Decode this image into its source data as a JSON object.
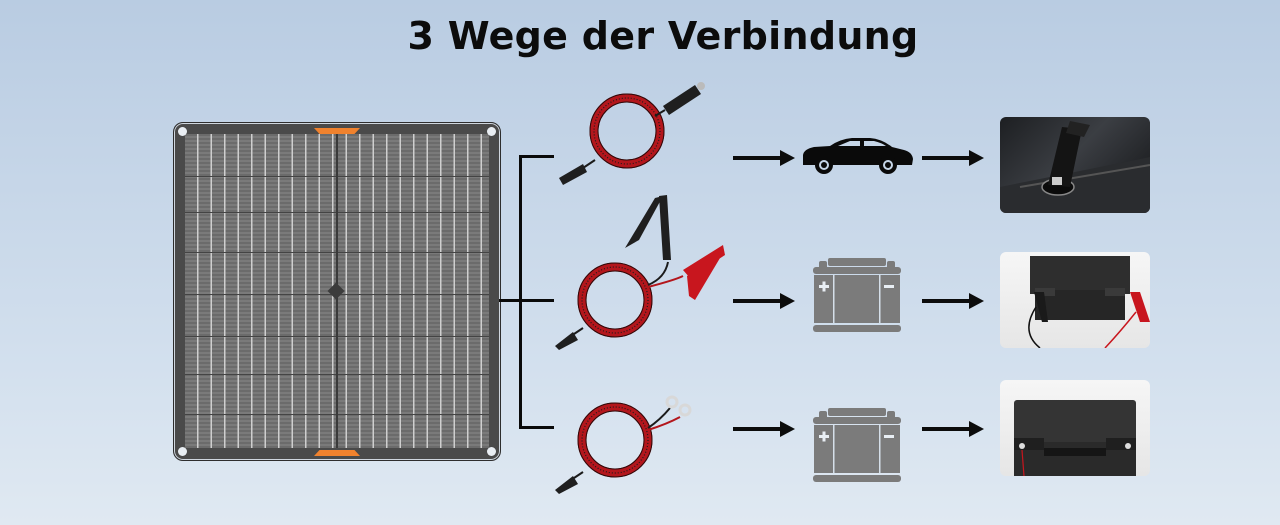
{
  "title": "3 Wege der Verbindung",
  "source": {
    "name": "solar-panel",
    "label_color": "#f0822e",
    "frame_color": "#4a4a4a"
  },
  "connections": [
    {
      "cable": "cigarette-lighter-plug-cable",
      "target_icon": "car-icon",
      "photo": "car-socket-photo"
    },
    {
      "cable": "alligator-clip-cable",
      "target_icon": "battery-icon",
      "photo": "battery-clips-photo"
    },
    {
      "cable": "ring-terminal-cable",
      "target_icon": "battery-icon",
      "photo": "battery-ring-terminal-photo"
    }
  ],
  "colors": {
    "background_top": "#b9cce2",
    "background_bottom": "#e0e9f2",
    "arrow": "#0c0c0c",
    "battery_icon": "#7b7b7b",
    "cable_red": "#b3161c",
    "cable_black": "#1b1b1b"
  }
}
